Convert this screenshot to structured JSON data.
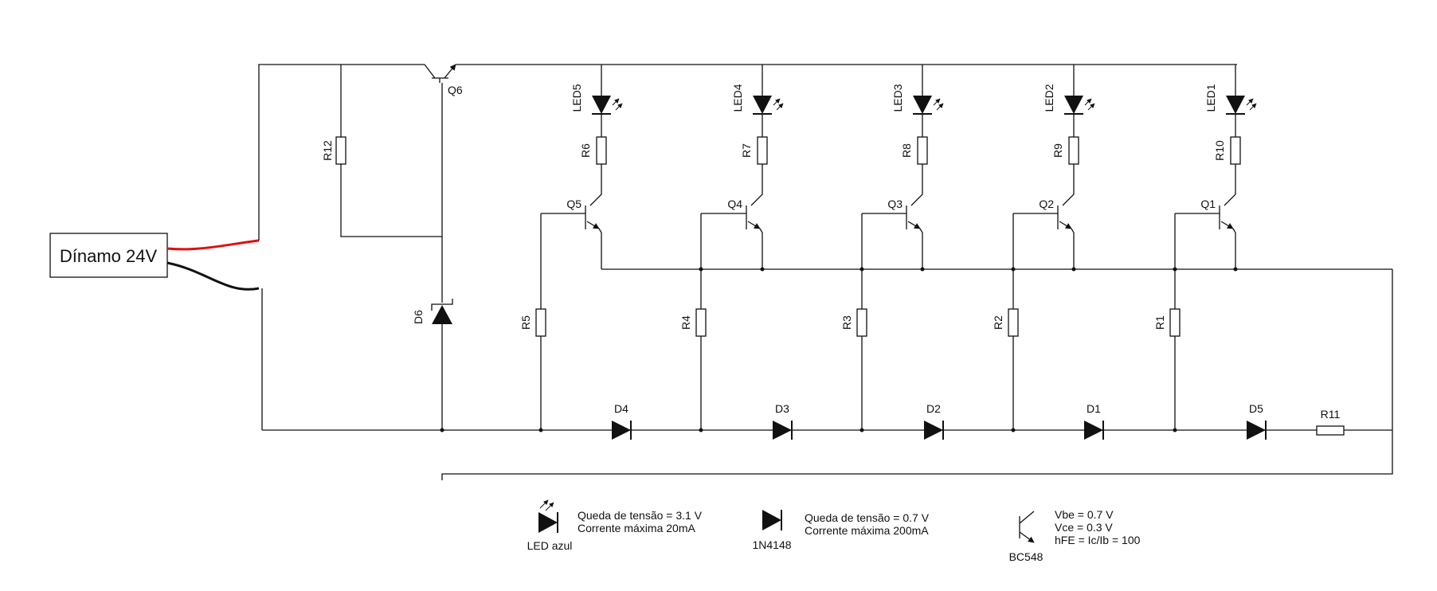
{
  "dynamo": {
    "label": "Dínamo 24V"
  },
  "pass_transistor": {
    "label": "Q6"
  },
  "zener": {
    "label": "D6"
  },
  "bias_resistor": {
    "label": "R12"
  },
  "stages": [
    {
      "led": "LED5",
      "rc": "R6",
      "q": "Q5",
      "rb": "R5",
      "d": "D4"
    },
    {
      "led": "LED4",
      "rc": "R7",
      "q": "Q4",
      "rb": "R4",
      "d": "D3"
    },
    {
      "led": "LED3",
      "rc": "R8",
      "q": "Q3",
      "rb": "R3",
      "d": "D2"
    },
    {
      "led": "LED2",
      "rc": "R9",
      "q": "Q2",
      "rb": "R2",
      "d": "D1"
    },
    {
      "led": "LED1",
      "rc": "R10",
      "q": "Q1",
      "rb": "R1",
      "d": "D5"
    }
  ],
  "end_resistor": {
    "label": "R11"
  },
  "legend": {
    "led": {
      "name": "LED azul",
      "line1": "Queda de tensão = 3.1 V",
      "line2": "Corrente máxima 20mA"
    },
    "diode": {
      "name": "1N4148",
      "line1": "Queda de tensão = 0.7 V",
      "line2": "Corrente máxima 200mA"
    },
    "transistor": {
      "name": "BC548",
      "line1": "Vbe = 0.7 V",
      "line2": "Vce = 0.3 V",
      "line3": "hFE = Ic/Ib = 100"
    }
  },
  "colors": {
    "wire": "#111111",
    "positive_lead": "#e01010",
    "negative_lead": "#111111"
  }
}
